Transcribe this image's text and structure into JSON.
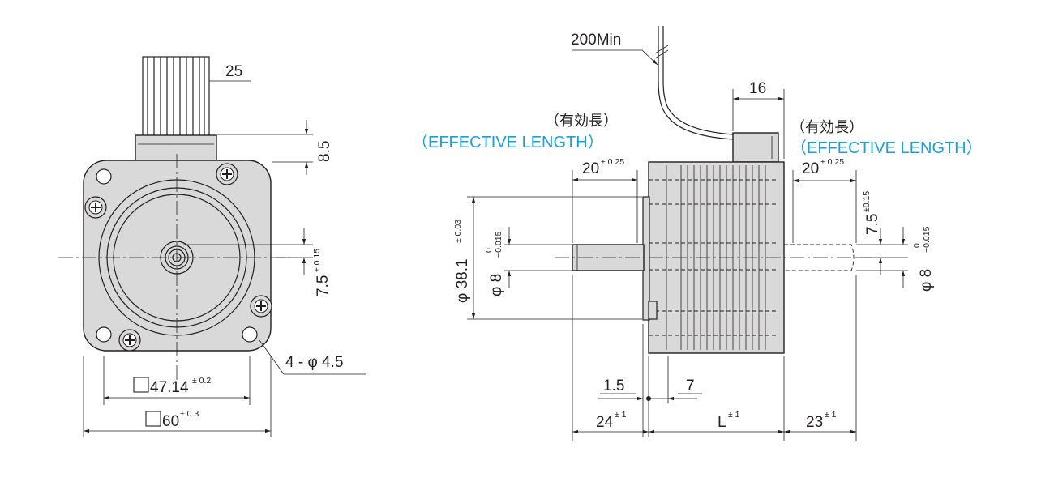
{
  "front_view": {
    "cable_pitch": "25",
    "cable_height": "8.5",
    "shaft_offset": "7.5",
    "shaft_offset_tol": "± 0.15",
    "hole_callout": "4 - φ 4.5",
    "hole_pitch": "47.14",
    "hole_pitch_tol": "± 0.2",
    "body_size": "60",
    "body_size_tol": "± 0.3"
  },
  "side_view": {
    "lead_length": "200Min",
    "connector_width": "16",
    "effective_length_jp": "（有効長）",
    "effective_length_en": "（EFFECTIVE LENGTH）",
    "front_effective": "20",
    "front_effective_tol": "± 0.25",
    "rear_effective": "20",
    "rear_effective_tol": "± 0.25",
    "pilot_dia": "φ 38.1",
    "pilot_tol": "± 0.03",
    "shaft_dia": "φ 8",
    "shaft_tol_upper": "0",
    "shaft_tol_lower": "−0.015",
    "rear_flat": "7.5",
    "rear_flat_tol": "±0.15",
    "pilot_depth": "1.5",
    "flange_thk": "7",
    "front_shaft": "24",
    "front_shaft_tol": "± 1",
    "body_length": "L",
    "body_length_tol": "± 1",
    "rear_shaft": "23",
    "rear_shaft_tol": "± 1"
  }
}
